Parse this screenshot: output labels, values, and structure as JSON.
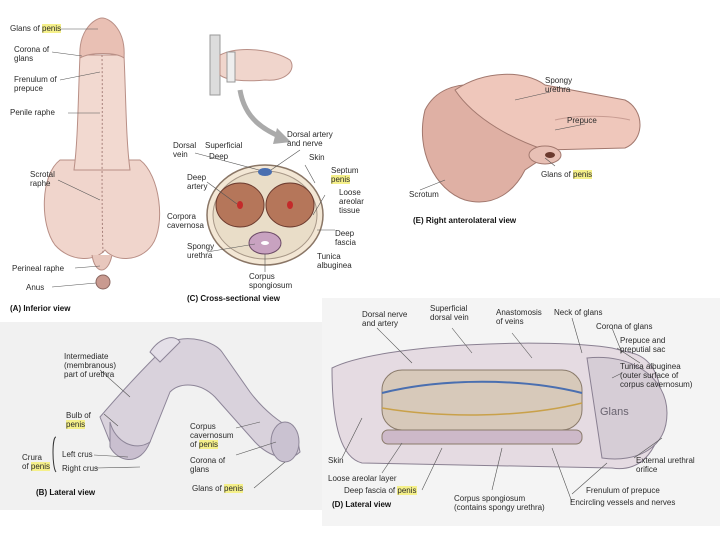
{
  "panels": {
    "A": {
      "caption": "(A) Inferior view",
      "labels": {
        "glans": "Glans of ",
        "glans_hl": "penis",
        "corona": "Corona of\nglans",
        "frenulum": "Frenulum of\nprepuce",
        "raphe": "Penile raphe",
        "scrotal": "Scrotal\nraphe",
        "perineal": "Perineal raphe",
        "anus": "Anus"
      }
    },
    "C": {
      "caption": "(C) Cross-sectional view",
      "labels": {
        "dorsal_vein": "Dorsal\nvein",
        "superficial": "Superficial",
        "deep": "Deep",
        "dorsal_artery": "Dorsal artery\nand nerve",
        "skin": "Skin",
        "septum": "Septum",
        "septum_hl": "penis",
        "loose": "Loose\nareolar\ntissue",
        "deep_artery": "Deep\nartery",
        "corpora": "Corpora\ncavernosa",
        "deep_fascia": "Deep\nfascia",
        "spongy": "Spongy\nurethra",
        "tunica": "Tunica\nalbuginea",
        "corpus_spong": "Corpus\nspongiosum"
      }
    },
    "E": {
      "caption": "(E) Right anterolateral view",
      "labels": {
        "spongy": "Spongy\nurethra",
        "prepuce": "Prepuce",
        "glans": "Glans of ",
        "glans_hl": "penis",
        "scrotum": "Scrotum"
      }
    },
    "B": {
      "caption": "(B) Lateral view",
      "labels": {
        "intermediate": "Intermediate\n(membranous)\npart of urethra",
        "bulb": "Bulb of",
        "bulb_hl": "penis",
        "crura": "Crura\nof ",
        "crura_hl": "penis",
        "left_crus": "Left crus",
        "right_crus": "Right crus",
        "corpus_cav": "Corpus\ncavernosum\nof ",
        "corpus_cav_hl": "penis",
        "corona": "Corona of\nglans",
        "glans": "Glans of ",
        "glans_hl": "penis"
      }
    },
    "D": {
      "caption": "(D) Lateral view",
      "labels": {
        "dorsal_nerve": "Dorsal nerve\nand artery",
        "superficial_vein": "Superficial\ndorsal vein",
        "anastomosis": "Anastomosis\nof veins",
        "neck": "Neck of glans",
        "corona": "Corona of glans",
        "prepuce": "Prepuce and\npreputial sac",
        "tunica": "Tunica albuginea\n(outer surface of\ncorpus cavernosum)",
        "glans_word": "Glans",
        "skin": "Skin",
        "external_orifice": "External urethral\norifice",
        "loose": "Loose areolar layer",
        "deep_fascia": "Deep fascia of ",
        "deep_fascia_hl": "penis",
        "corpus_spong": "Corpus spongiosum\n(contains spongy urethra)",
        "frenulum": "Frenulum of prepuce",
        "encircling": "Encircling vessels and nerves"
      }
    }
  },
  "colors": {
    "skin": "#f0d5cc",
    "skin_dark": "#d9aea3",
    "highlight": "#f5f08a",
    "tissue_red": "#9b3b36",
    "vessel_blue": "#4a6fb0",
    "muscle_gray": "#cfcfd6"
  }
}
